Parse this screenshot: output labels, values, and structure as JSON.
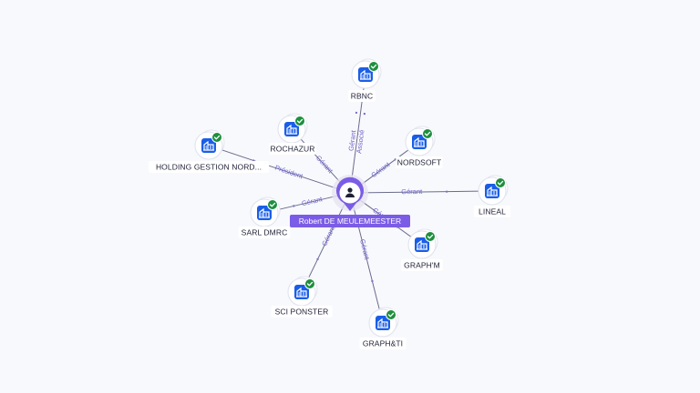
{
  "center": {
    "name": "Robert DE MEULEMEESTER",
    "icon": "person-icon",
    "color": "#7b5ce6"
  },
  "companies": [
    {
      "id": "rbnc",
      "name": "RBNC",
      "icon": "building-icon",
      "badge": "check-icon",
      "relations": [
        "Gérant",
        "Associé"
      ]
    },
    {
      "id": "rochazur",
      "name": "ROCHAZUR",
      "icon": "building-icon",
      "badge": "check-icon",
      "relations": [
        "Gérant"
      ]
    },
    {
      "id": "holding",
      "name": "HOLDING GESTION NORD...",
      "icon": "building-icon",
      "badge": "check-icon",
      "relations": [
        "Président"
      ]
    },
    {
      "id": "nordsoft",
      "name": "NORDSOFT",
      "icon": "building-icon",
      "badge": "check-icon",
      "relations": [
        "Gérant"
      ]
    },
    {
      "id": "lineal",
      "name": "LINEAL",
      "icon": "building-icon",
      "badge": "check-icon",
      "relations": [
        "Gérant"
      ]
    },
    {
      "id": "sarldmrc",
      "name": "SARL DMRC",
      "icon": "building-icon",
      "badge": "check-icon",
      "relations": [
        "Gérant"
      ]
    },
    {
      "id": "graphm",
      "name": "GRAPH'M",
      "icon": "building-icon",
      "badge": "check-icon",
      "relations": [
        "Gérant"
      ]
    },
    {
      "id": "sciponster",
      "name": "SCI PONSTER",
      "icon": "building-icon",
      "badge": "check-icon",
      "relations": [
        "Gérant"
      ]
    },
    {
      "id": "graphti",
      "name": "GRAPH&TI",
      "icon": "building-icon",
      "badge": "check-icon",
      "relations": [
        "Gérant"
      ]
    }
  ],
  "colors": {
    "company_icon": "#1a5ee8",
    "badge": "#1e8f3e",
    "edge": "#6b6b8c",
    "edge_label": "#6d63c9",
    "background": "#f8f9fd"
  }
}
